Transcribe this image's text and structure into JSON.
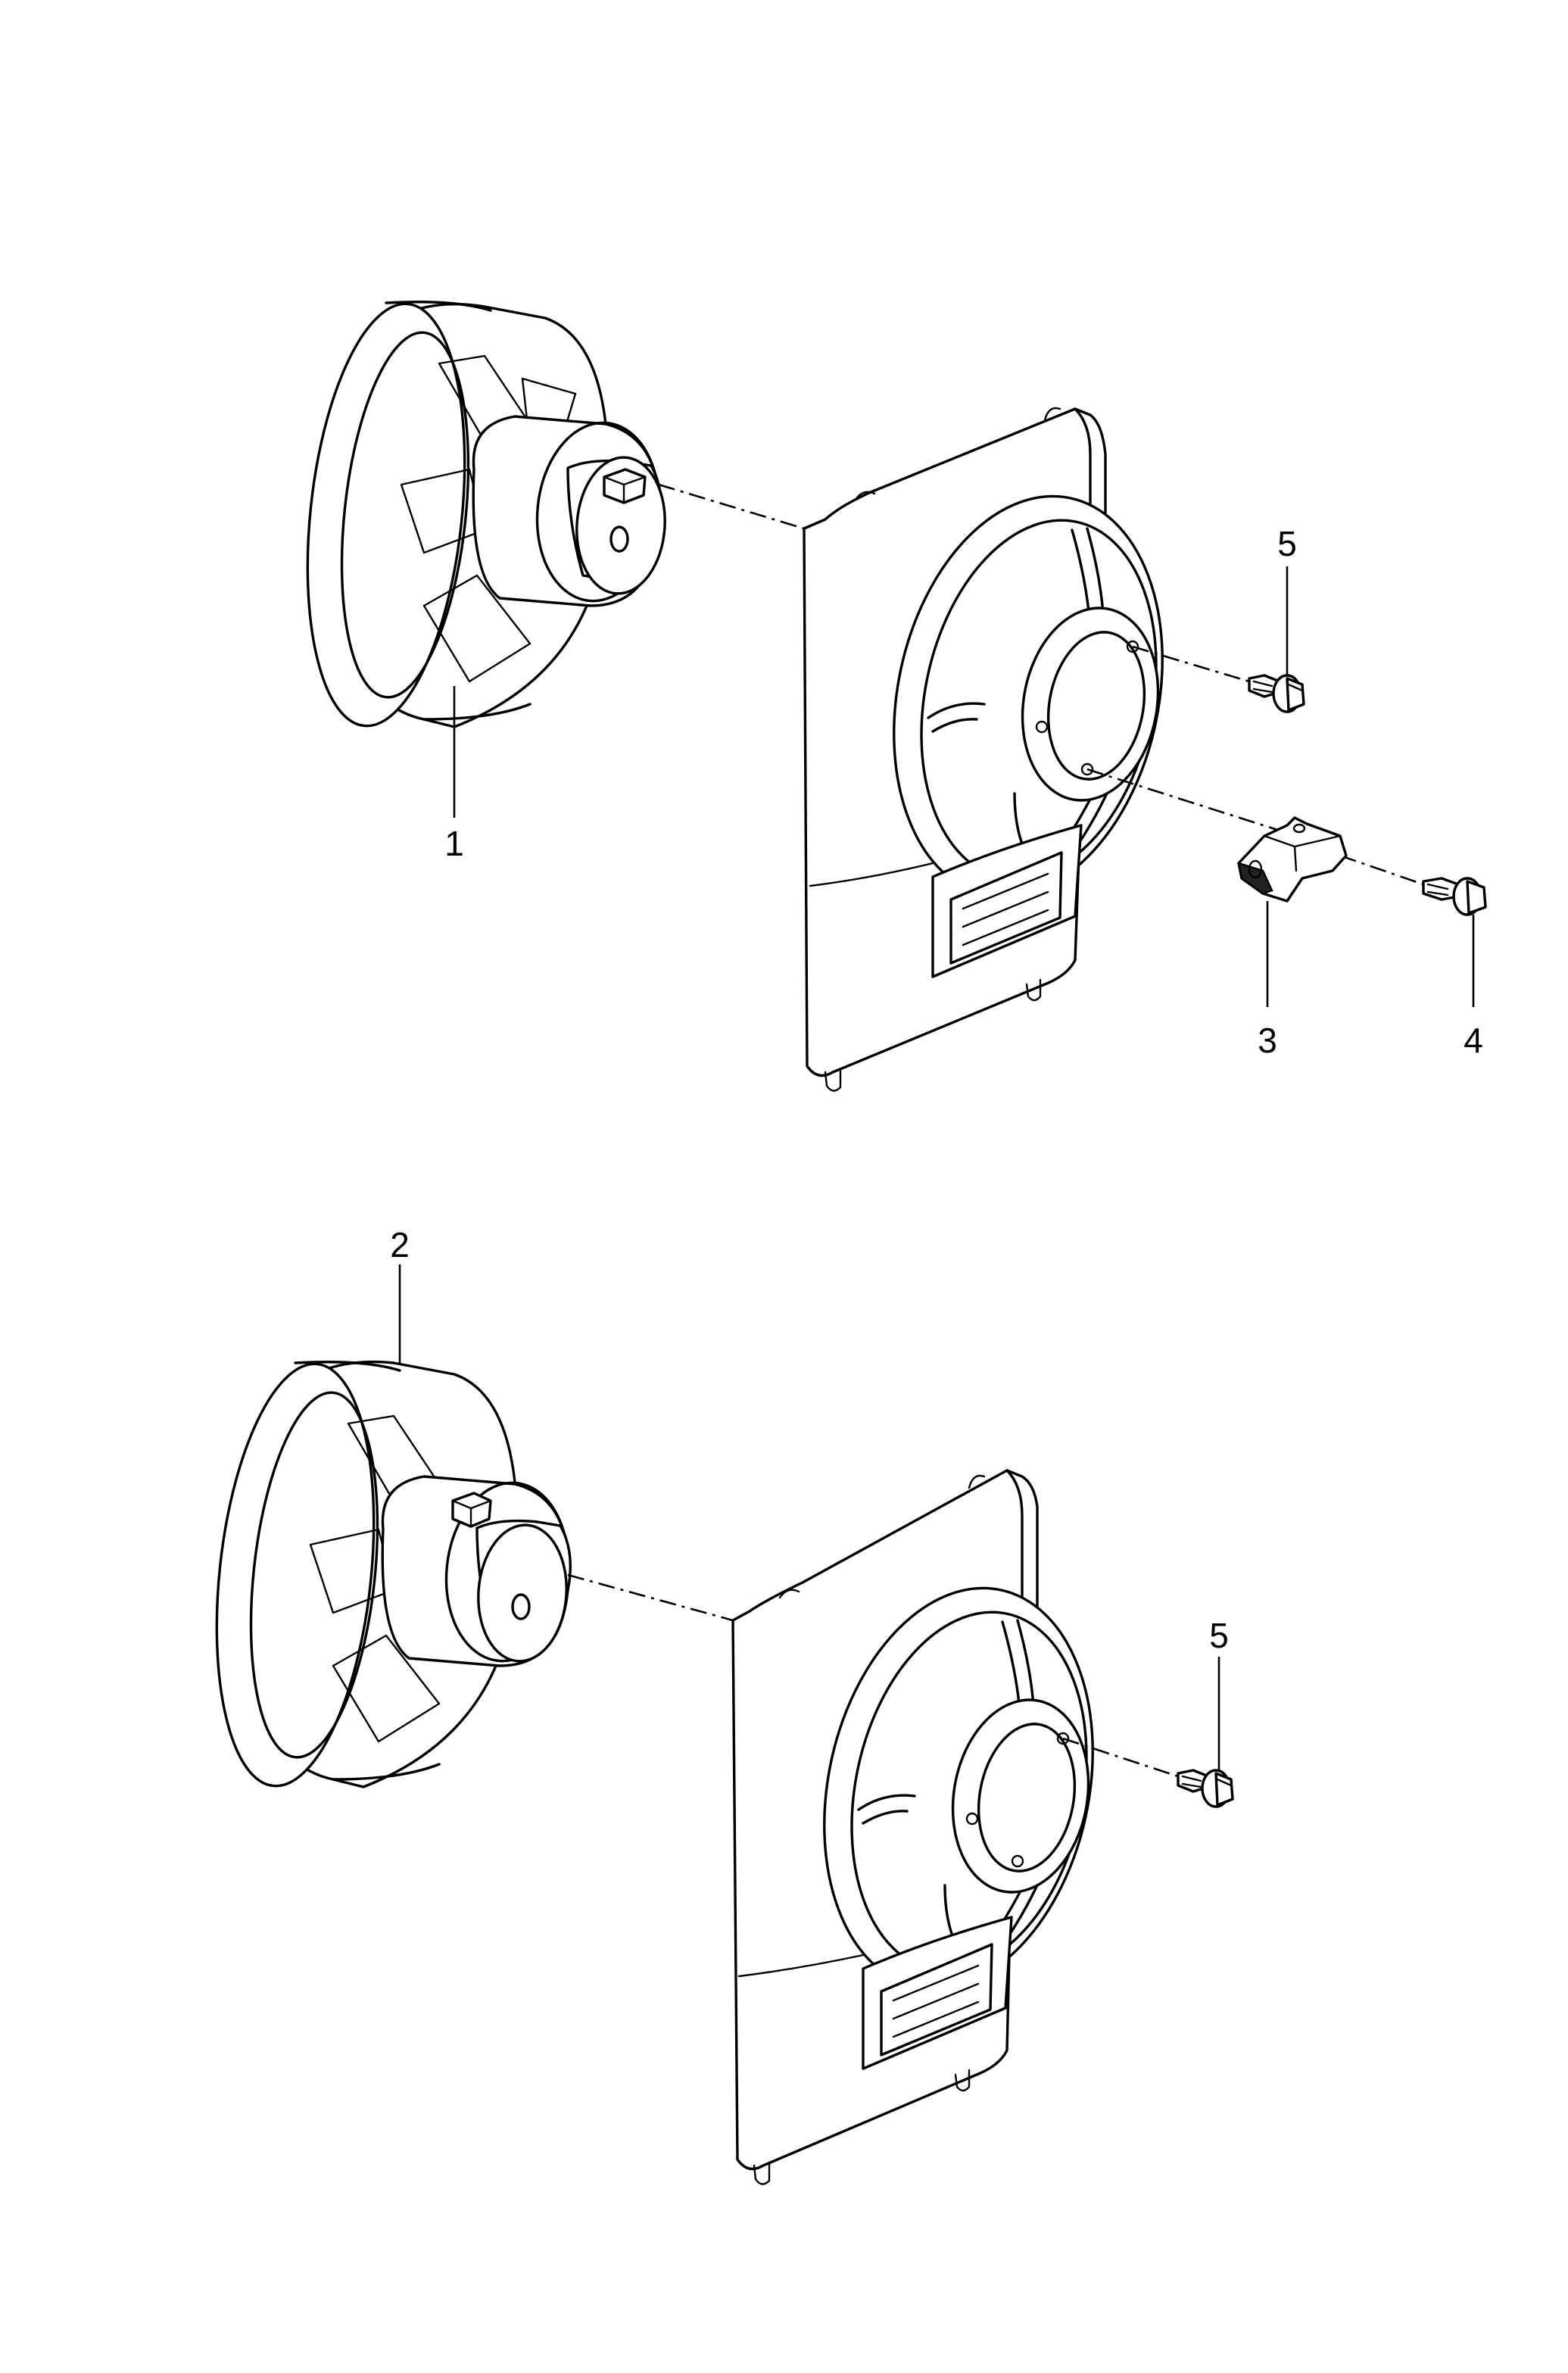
{
  "callouts": {
    "c1": "1",
    "c2": "2",
    "c3": "3",
    "c4": "4",
    "c5_top": "5",
    "c5_bottom": "5"
  },
  "colors": {
    "line": "#000000",
    "background": "#ffffff"
  }
}
